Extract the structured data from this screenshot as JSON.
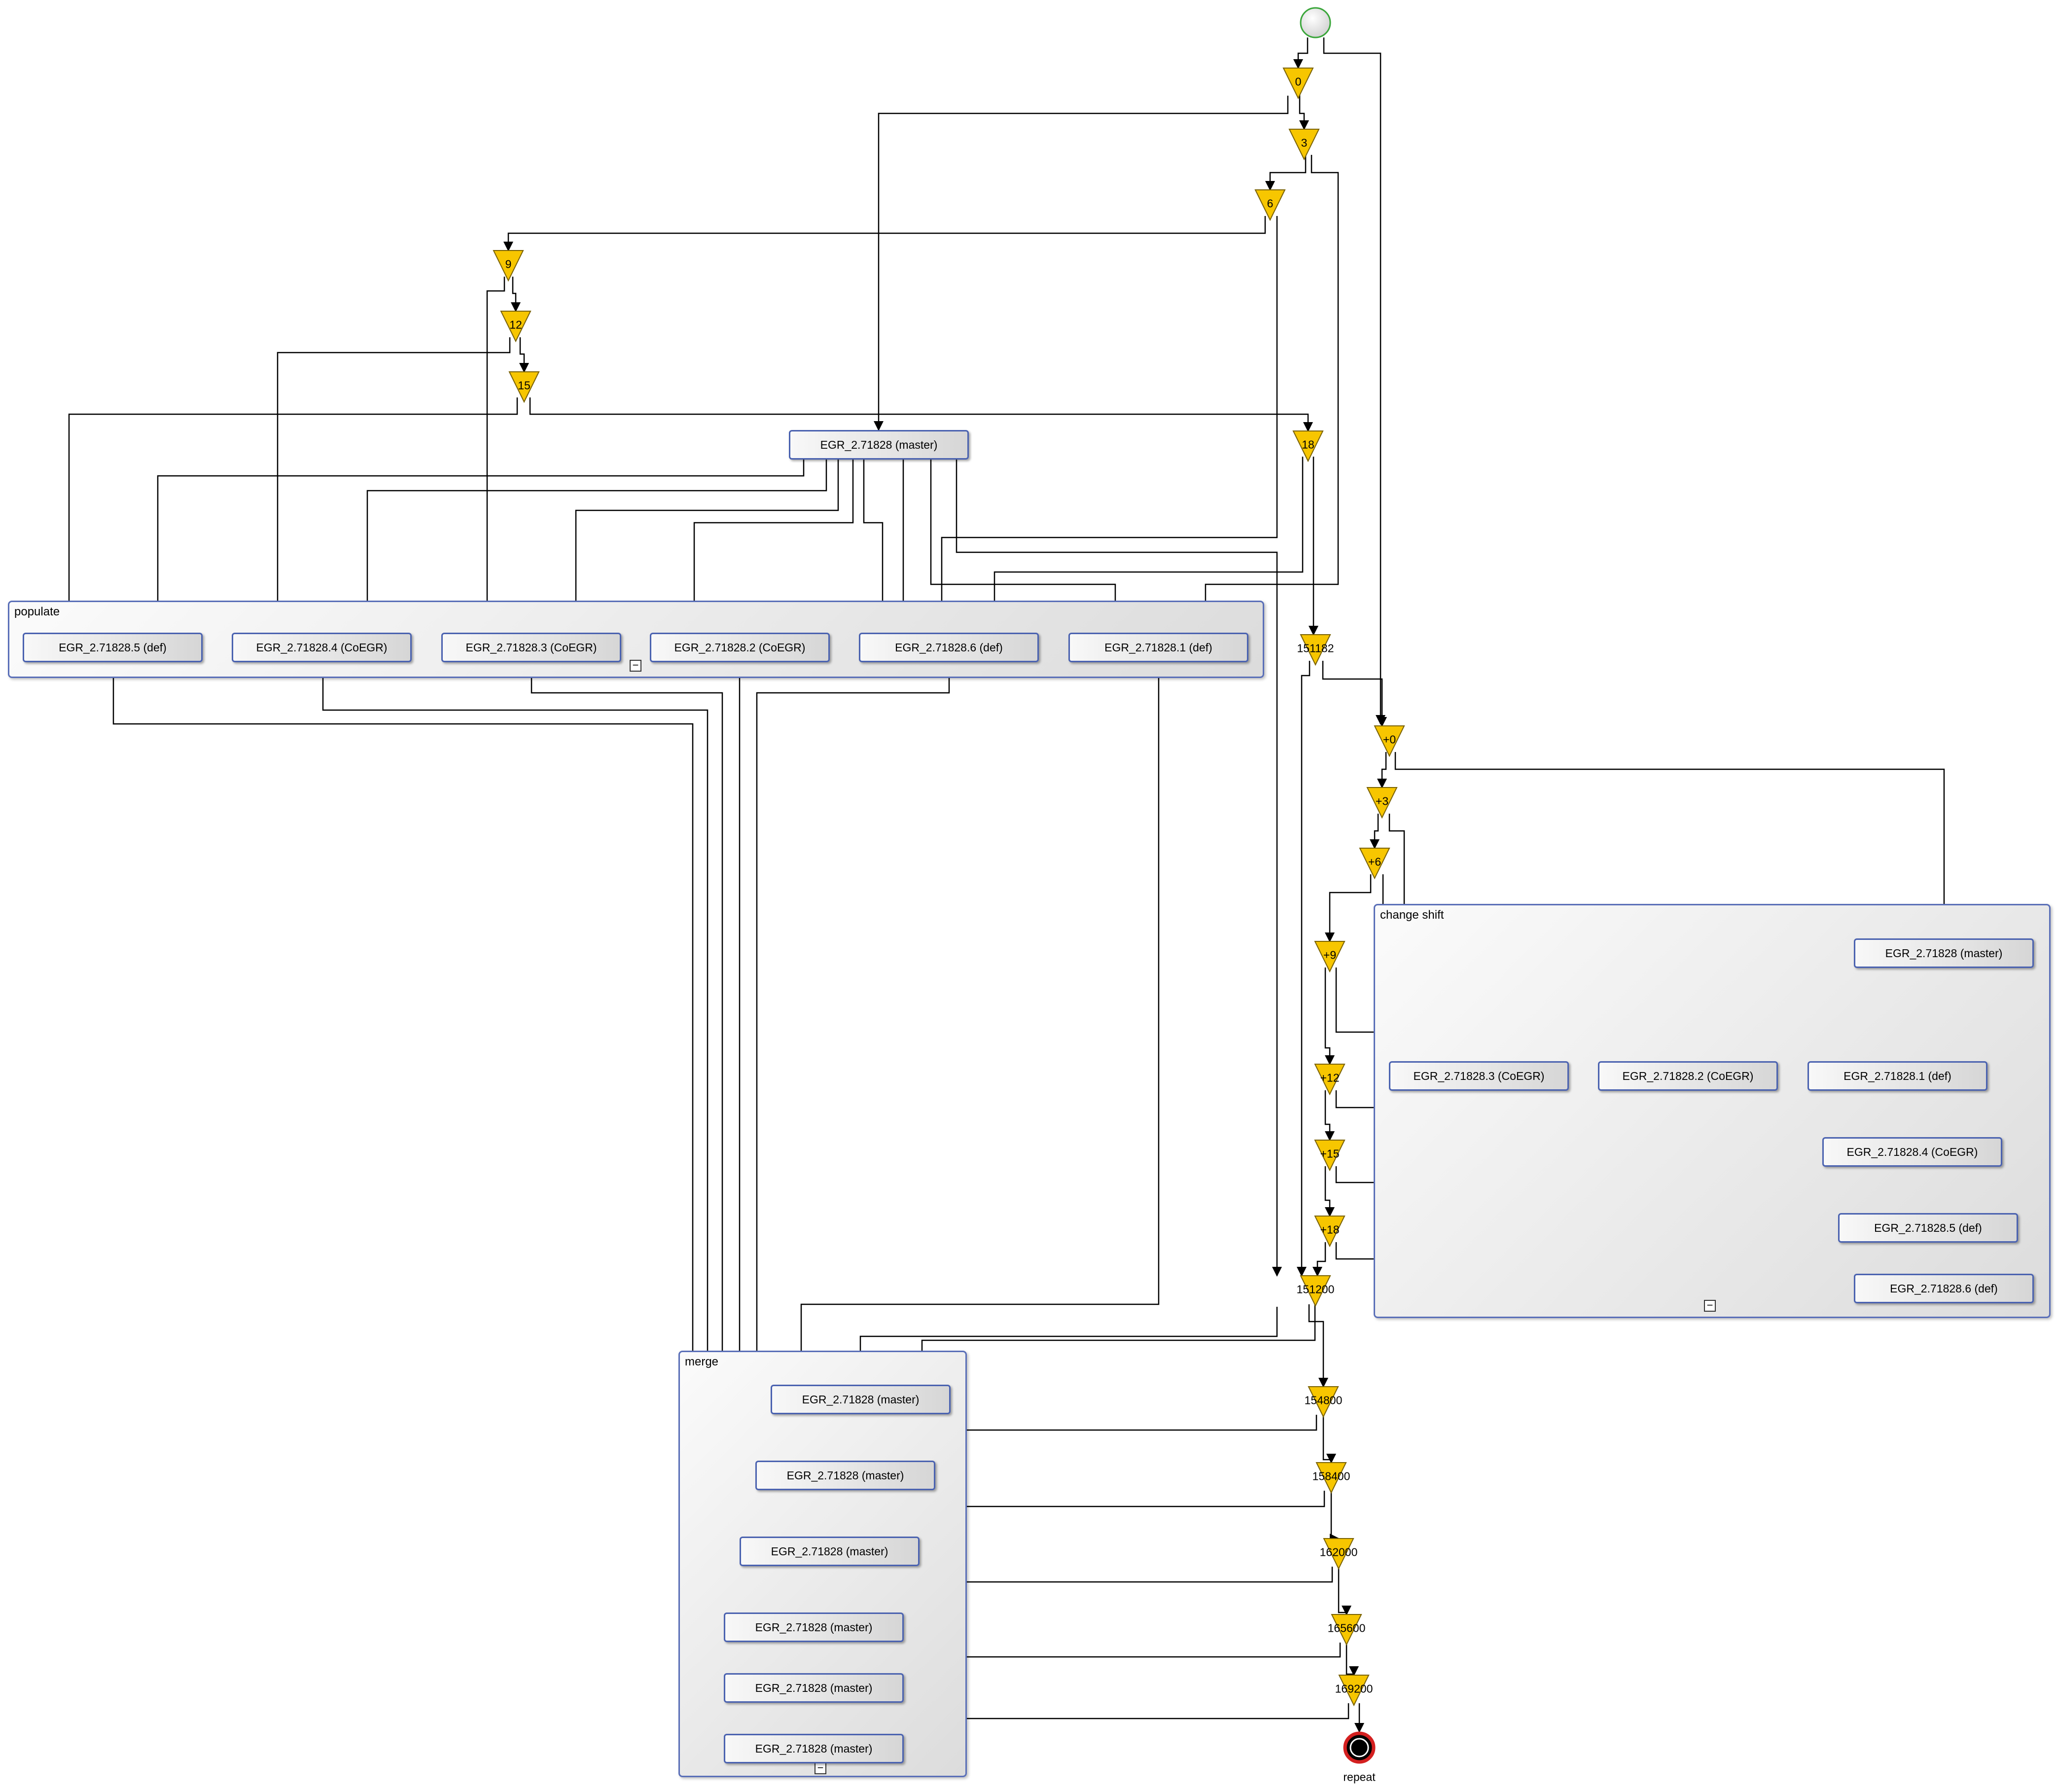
{
  "groups": {
    "populate": {
      "label": "populate",
      "collapse_glyph": "−"
    },
    "change_shift": {
      "label": "change shift",
      "collapse_glyph": "−"
    },
    "merge": {
      "label": "merge",
      "collapse_glyph": "−"
    }
  },
  "nodes": {
    "master_top": "EGR_2.71828 (master)",
    "pop_5": "EGR_2.71828.5 (def)",
    "pop_4": "EGR_2.71828.4 (CoEGR)",
    "pop_3": "EGR_2.71828.3 (CoEGR)",
    "pop_2": "EGR_2.71828.2 (CoEGR)",
    "pop_6": "EGR_2.71828.6 (def)",
    "pop_1": "EGR_2.71828.1 (def)",
    "cs_master": "EGR_2.71828 (master)",
    "cs_3": "EGR_2.71828.3 (CoEGR)",
    "cs_2": "EGR_2.71828.2 (CoEGR)",
    "cs_1": "EGR_2.71828.1 (def)",
    "cs_4": "EGR_2.71828.4 (CoEGR)",
    "cs_5": "EGR_2.71828.5 (def)",
    "cs_6": "EGR_2.71828.6 (def)",
    "merge_1": "EGR_2.71828 (master)",
    "merge_2": "EGR_2.71828 (master)",
    "merge_3": "EGR_2.71828 (master)",
    "merge_4": "EGR_2.71828 (master)",
    "merge_5": "EGR_2.71828 (master)",
    "merge_6": "EGR_2.71828 (master)"
  },
  "timers": {
    "t0": "0",
    "t3": "3",
    "t6": "6",
    "t9": "9",
    "t12": "12",
    "t15": "15",
    "t18": "18",
    "t151182": "151182",
    "p0": "+0",
    "p3": "+3",
    "p6": "+6",
    "p9": "+9",
    "p12": "+12",
    "p15": "+15",
    "p18": "+18",
    "t151200": "151200",
    "t154800": "154800",
    "t158400": "158400",
    "t162000": "162000",
    "t165600": "165600",
    "t169200": "169200"
  },
  "end_label": "repeat",
  "colors": {
    "timer_fill": "#f7c600",
    "node_border": "#4a62b0",
    "group_border": "#5a6fb8",
    "start_border": "#3aa63a",
    "end_ring": "#d42020"
  }
}
